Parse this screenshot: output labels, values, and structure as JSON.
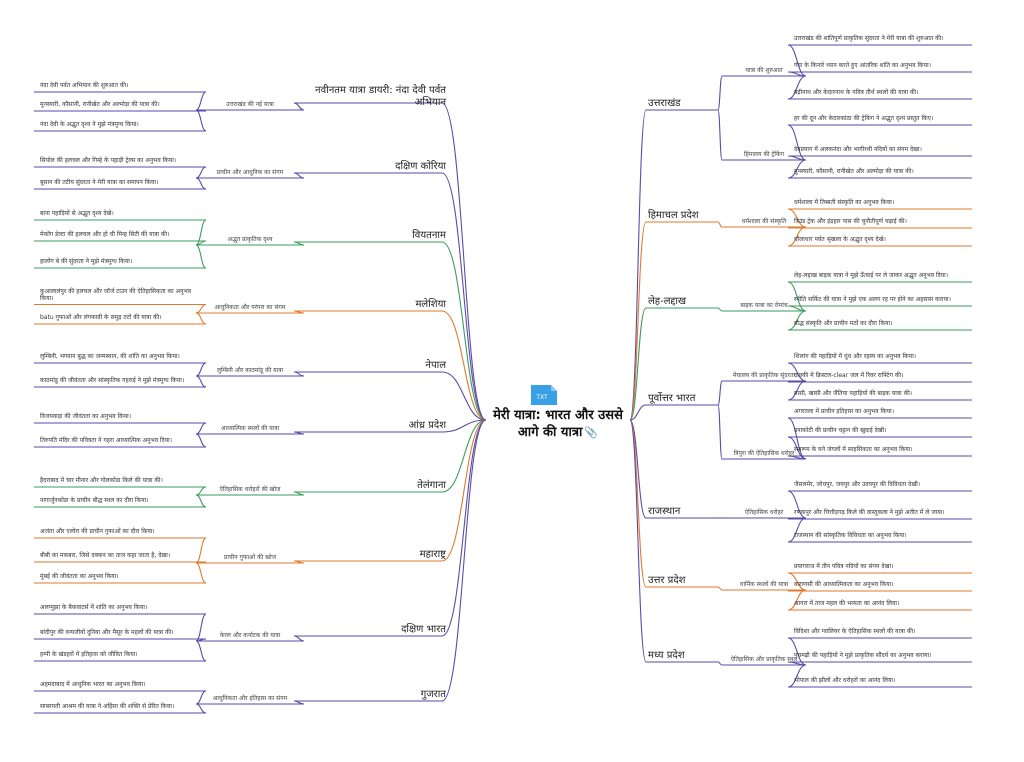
{
  "center": {
    "title": "मेरी यात्रा: भारत और उससे आगे की यात्रा",
    "icon_label": "TXT"
  },
  "colors": {
    "purple": "#5c4aa8",
    "green": "#3a9d5d",
    "orange": "#e07a2e",
    "blue": "#3aa0e6"
  },
  "right": [
    {
      "name": "उत्तराखंड",
      "color": "purple",
      "groups": [
        {
          "name": "यात्रा की शुरुआत",
          "leaves": [
            "उत्तराखंड की शांतिपूर्ण प्राकृतिक सुंदरता ने मेरी यात्रा की शुरुआत की।",
            "गंगा के किनारे ध्यान करते हुए आंतरिक शांति का अनुभव किया।",
            "बद्रीनाथ और केदारनाथ के पवित्र तीर्थ स्थलों की यात्रा की।"
          ]
        },
        {
          "name": "हिमालय की ट्रेकिंग",
          "leaves": [
            "हर की दून और केदारकांठा की ट्रेकिंग ने अद्भुत दृश्य प्रस्तुत किए।",
            "देवप्रयाग में अलकनंदा और भागीरथी नदियों का संगम देखा।",
            "मुनस्यारी, कौसानी, रानीखेत और अल्मोड़ा की यात्रा की।"
          ]
        }
      ]
    },
    {
      "name": "हिमाचल प्रदेश",
      "color": "orange",
      "groups": [
        {
          "name": "धर्मशाला की संस्कृति",
          "leaves": [
            "धर्मशाला में तिब्बती संस्कृति का अनुभव किया।",
            "त्रिउंड ट्रेक और इंद्रहार पास की चुनौतीपूर्ण चढ़ाई की।",
            "धौलाधार पर्वत श्रृंखला के अद्भुत दृश्य देखे।"
          ]
        }
      ]
    },
    {
      "name": "लेह-लद्दाख",
      "color": "green",
      "groups": [
        {
          "name": "बाइक यात्रा का रोमांच",
          "leaves": [
            "लेह-लद्दाख बाइक यात्रा ने मुझे ऊँचाई पर ले जाकर अद्भुत अनुभव दिया।",
            "स्पीति सर्किट की यात्रा ने मुझे एक अलग रह पर होने का अहसास कराया।",
            "बौद्ध संस्कृति और प्राचीन मठों का दौरा किया।"
          ]
        }
      ]
    },
    {
      "name": "पूर्वोत्तर भारत",
      "color": "purple",
      "groups": [
        {
          "name": "मेघालय की प्राकृतिक सुंदरता",
          "leaves": [
            "शिलांग की पहाड़ियों में धुंध और रहस्य का अनुभव किया।",
            "दावकी में क्रिस्टल-clear जल में रिवर राफ्टिंग की।",
            "मासी, खासी और जैंतिया पहाड़ियों की बाइक यात्रा की।"
          ]
        },
        {
          "name": "त्रिपुरा की ऐतिहासिक धरोहर",
          "leaves": [
            "अगरतला में प्राचीन इतिहास का अनुभव किया।",
            "उनाकोटी की प्राचीन चट्टान की खुदाई देखी।",
            "सबरूम के घने जंगलों में साहसिकता का अनुभव किया।"
          ]
        }
      ]
    },
    {
      "name": "राजस्थान",
      "color": "purple",
      "groups": [
        {
          "name": "ऐतिहासिक धरोहर",
          "leaves": [
            "जैसलमेर, जोधपुर, जयपुर और उदयपुर की विविधता देखी।",
            "रणकपुर और चित्तौड़गढ़ किले की वास्तुकला ने मुझे अतीत में ले जाया।",
            "राजस्थान की सांस्कृतिक विविधता का अनुभव किया।"
          ]
        }
      ]
    },
    {
      "name": "उत्तर प्रदेश",
      "color": "orange",
      "groups": [
        {
          "name": "धार्मिक स्थलों की यात्रा",
          "leaves": [
            "प्रयागराज में तीन पवित्र नदियों का संगम देखा।",
            "वाराणसी की आध्यात्मिकता का अनुभव किया।",
            "आगरा में ताज महल की भव्यता का आनंद लिया।"
          ]
        }
      ]
    },
    {
      "name": "मध्य प्रदेश",
      "color": "purple",
      "groups": [
        {
          "name": "ऐतिहासिक और प्राकृतिक स्थल",
          "leaves": [
            "विदिशा और ग्वालियर के ऐतिहासिक स्थलों की यात्रा की।",
            "पचमढ़ी की पहाड़ियों ने मुझे प्राकृतिक सौंदर्य का अनुभव कराया।",
            "भोपाल की झीलों और धरोहरों का आनंद लिया।"
          ]
        }
      ]
    }
  ],
  "left": [
    {
      "name": "नवीनतम यात्रा डायरी: नंदा देवी पर्वत अभियान",
      "color": "purple",
      "groups": [
        {
          "name": "उत्तराखंड की नई यात्रा",
          "leaves": [
            "नंदा देवी पर्वत अभियान की शुरुआत की।",
            "मुनस्यारी, कौसानी, रानीखेत और अल्मोड़ा की यात्रा की।",
            "नंदा देवी के अद्भुत दृश्य ने मुझे मंत्रमुग्ध किया।"
          ]
        }
      ]
    },
    {
      "name": "दक्षिण कोरिया",
      "color": "purple",
      "groups": [
        {
          "name": "प्राचीन और आधुनिक का संगम",
          "leaves": [
            "सियोल की हलचल और गिम्हे के पहाड़ी ट्रेल्स का अनुभव किया।",
            "बुसान की तटीय सुंदरता ने मेरी यात्रा का समापन किया।"
          ]
        }
      ]
    },
    {
      "name": "वियतनाम",
      "color": "green",
      "groups": [
        {
          "name": "अद्भुत प्राकृतिक दृश्य",
          "leaves": [
            "बाना पहाड़ियों से अद्भुत दृश्य देखे।",
            "मेकोंग डेल्टा की हलचल और हो ची मिन्ह सिटी की यात्रा की।",
            "हालोंग बे की सुंदरता ने मुझे मंत्रमुग्ध किया।"
          ]
        }
      ]
    },
    {
      "name": "मलेशिया",
      "color": "orange",
      "groups": [
        {
          "name": "आधुनिकता और परंपरा का संगम",
          "leaves": [
            "कुआलालंपुर की हलचल और जॉर्ज टाउन की ऐतिहासिकता का अनुभव किया।",
            "batu गुफाओं और लंगकावी के समुद्र तटों की यात्रा की।"
          ]
        }
      ]
    },
    {
      "name": "नेपाल",
      "color": "purple",
      "groups": [
        {
          "name": "लुम्बिनी और काठमांडू की यात्रा",
          "leaves": [
            "लुम्बिनी, भगवान बुद्ध का जन्मस्थान, की शांति का अनुभव किया।",
            "काठमांडू की जीवंतता और सांस्कृतिक गहराई ने मुझे मंत्रमुग्ध किया।"
          ]
        }
      ]
    },
    {
      "name": "आंध्र प्रदेश",
      "color": "purple",
      "groups": [
        {
          "name": "आध्यात्मिक स्थलों की यात्रा",
          "leaves": [
            "विजयवाड़ा की जीवंतता का अनुभव किया।",
            "तिरुपति मंदिर की पवित्रता ने गहरा आध्यात्मिक अनुभव दिया।"
          ]
        }
      ]
    },
    {
      "name": "तेलंगाना",
      "color": "green",
      "groups": [
        {
          "name": "ऐतिहासिक धरोहरों की खोज",
          "leaves": [
            "हैदराबाद में चार मीनार और गोलकोंडा किले की यात्रा की।",
            "नागार्जुनकोंडा के प्राचीन बौद्ध स्थल का दौरा किया।"
          ]
        }
      ]
    },
    {
      "name": "महाराष्ट्र",
      "color": "orange",
      "groups": [
        {
          "name": "प्राचीन गुफाओं की खोज",
          "leaves": [
            "अजंता और एलोरा की प्राचीन गुफाओं का दौरा किया।",
            "बीबी का मकबरा, जिसे दक्कन का ताज कहा जाता है, देखा।",
            "मुंबई की जीवंतता का अनुभव किया।"
          ]
        }
      ]
    },
    {
      "name": "दक्षिण भारत",
      "color": "purple",
      "groups": [
        {
          "name": "केरल और कर्नाटक की यात्रा",
          "leaves": [
            "अलप्पुझा के बैकवाटर्स में शांति का अनुभव किया।",
            "बांदीपुर की वन्यजीवों दुनिया और मैसूर के महलों की यात्रा की।",
            "हम्पी के खंडहरों में इतिहास को जीवित किया।"
          ]
        }
      ]
    },
    {
      "name": "गुजरात",
      "color": "purple",
      "groups": [
        {
          "name": "आधुनिकता और इतिहास का संगम",
          "leaves": [
            "अहमदाबाद में आधुनिक भारत का अनुभव किया।",
            "साबरमती आश्रम की यात्रा ने अहिंसा की शक्ति से प्रेरित किया।"
          ]
        }
      ]
    }
  ]
}
